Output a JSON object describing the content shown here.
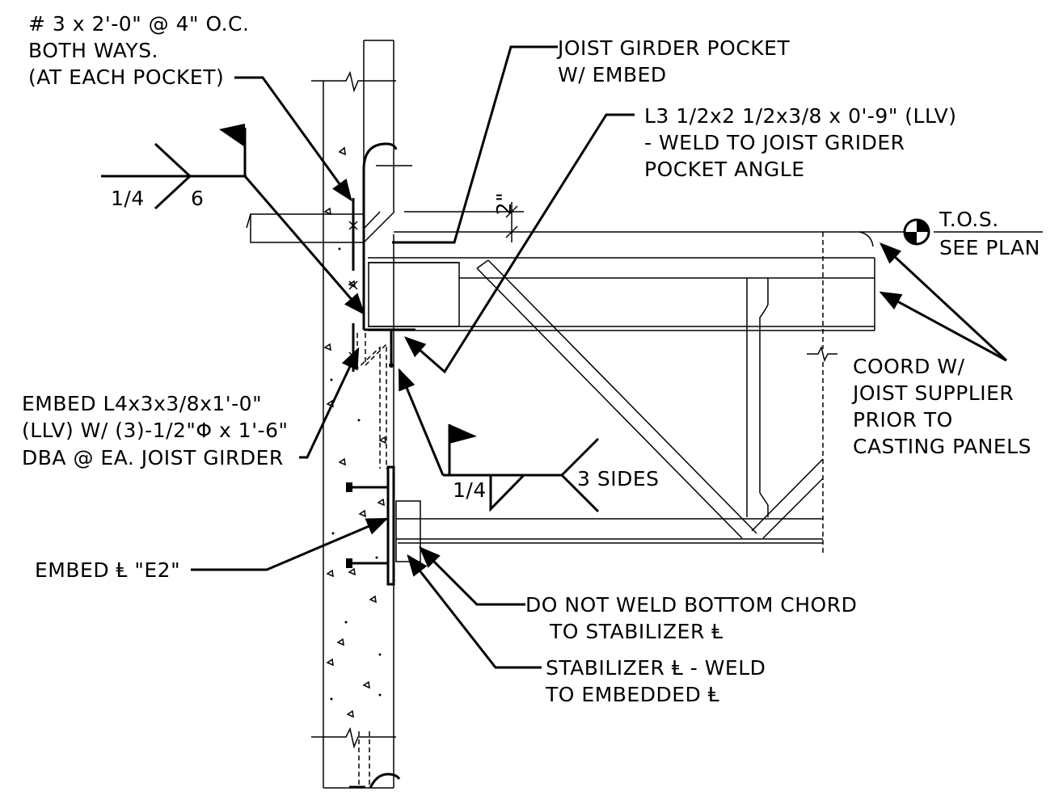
{
  "labels": {
    "rebar_line1": "# 3 x 2'-0\" @ 4\" O.C.",
    "rebar_line2": "BOTH WAYS.",
    "rebar_line3": "(AT EACH POCKET)",
    "pocket_line1": "JOIST GIRDER POCKET",
    "pocket_line2": "W/ EMBED",
    "angle_line1": "L3 1/2x2 1/2x3/8 x 0'-9\" (LLV)",
    "angle_line2": "- WELD TO JOIST GRIDER",
    "angle_line3": "POCKET ANGLE",
    "weld_top_size": "1/4",
    "weld_top_length": "6",
    "dim_2in": "2\"",
    "tos_line1": "T.O.S.",
    "tos_line2": "SEE PLAN",
    "coord_line1": "COORD W/",
    "coord_line2": "JOIST SUPPLIER",
    "coord_line3": "PRIOR TO",
    "coord_line4": "CASTING PANELS",
    "embed_angle_line1": "EMBED L4x3x3/8x1'-0\"",
    "embed_angle_line2": "(LLV) W/ (3)-1/2\"Φ x 1'-6\"",
    "embed_angle_line3": "DBA @ EA. JOIST GIRDER",
    "weld_bottom_size": "1/4",
    "weld_bottom_note": "3 SIDES",
    "embed_plate": "EMBED Ⱡ \"E2\"",
    "no_weld_line1": "DO NOT WELD BOTTOM CHORD",
    "no_weld_line2": "TO STABILIZER Ⱡ",
    "stabilizer_line1": "STABILIZER Ⱡ - WELD",
    "stabilizer_line2": "TO EMBEDDED Ⱡ"
  }
}
